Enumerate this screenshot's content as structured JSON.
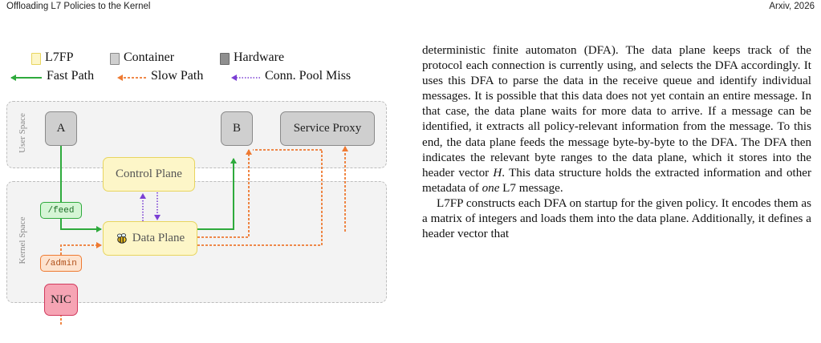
{
  "header": {
    "left": "Offloading L7 Policies to the Kernel",
    "right": "Arxiv,  2026"
  },
  "colors": {
    "fast_path": "#2eaa3c",
    "slow_path": "#ee7a32",
    "conn_pool_miss": "#7b3fd4",
    "l7fp": "#fdf6c8",
    "container": "#cfcfcf",
    "hardware": "#8f8f8f"
  },
  "figure": {
    "legend": {
      "l7fp": "L7FP",
      "container": "Container",
      "hardware": "Hardware",
      "fast_path": "Fast Path",
      "slow_path": "Slow Path",
      "conn_pool_miss": "Conn. Pool Miss"
    },
    "regions": {
      "user_space": "User Space",
      "kernel_space": "Kernel Space"
    },
    "boxes": {
      "a": "A",
      "b": "B",
      "service_proxy": "Service Proxy",
      "control_plane": "Control Plane",
      "data_plane": "Data Plane",
      "nic": "NIC"
    },
    "tags": {
      "feed": "/feed",
      "admin": "/admin"
    },
    "icons": {
      "data_plane": "bee-icon"
    }
  },
  "body": {
    "paragraph1": "deterministic finite automaton (DFA). The data plane keeps track of the protocol each connection is currently using, and selects the DFA accordingly. It uses this DFA to parse the data in the receive queue and identify individual messages. It is possible that this data does not yet contain an entire message. In that case, the data plane waits for more data to arrive. If a message can be identified, it extracts all policy-relevant information from the message. To this end, the data plane feeds the message byte-by-byte to the DFA. The DFA then indicates the relevant byte ranges to the data plane, which it stores into the header vector ",
    "paragraph1_var": "H",
    "paragraph1_mid": ". This data structure holds the extracted information and other metadata of ",
    "paragraph1_em": "one",
    "paragraph1_end": " L7 message.",
    "paragraph2": "L7FP constructs each DFA on startup for the given policy. It encodes them as a matrix of integers and loads them into the data plane. Additionally, it defines a header vector that"
  }
}
